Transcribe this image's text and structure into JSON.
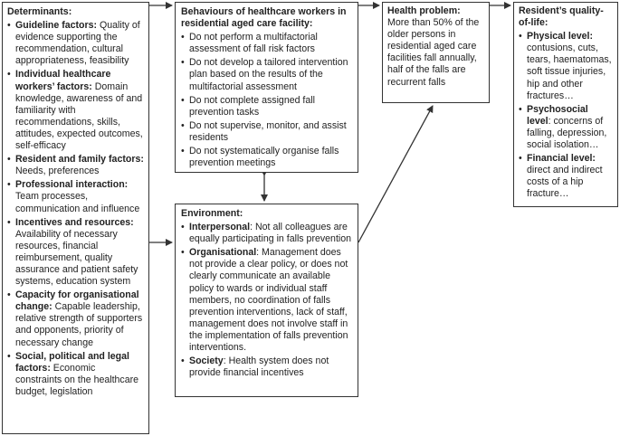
{
  "determinants": {
    "title": "Determinants:",
    "items": [
      {
        "label": "Guideline factors:",
        "text": " Quality of evidence supporting the recommendation, cultural appropriateness, feasibility"
      },
      {
        "label": "Individual healthcare workers’ factors:",
        "text": " Domain knowledge, awareness of and familiarity with recommendations, skills, attitudes, expected outcomes, self-efficacy"
      },
      {
        "label": "Resident and family factors:",
        "text": " Needs,  preferences"
      },
      {
        "label": "Professional interaction:",
        "text": " Team processes, communication and influence"
      },
      {
        "label": "Incentives and resources:",
        "text": " Availability of necessary resources, financial reimbursement, quality assurance and patient safety systems, education system"
      },
      {
        "label": "Capacity for organisational change:",
        "text": " Capable leadership, relative strength of supporters and opponents, priority of necessary change"
      },
      {
        "label": "Social, political and legal factors:",
        "text": " Economic constraints on the healthcare budget, legislation"
      }
    ]
  },
  "behaviours": {
    "title": "Behaviours of healthcare workers in residential aged care facility:",
    "items": [
      "Do not perform a multifactorial assessment of fall risk factors",
      "Do not develop a tailored intervention plan based on the results of the multifactorial assessment",
      "Do not complete assigned fall prevention tasks",
      "Do not supervise, monitor, and assist residents",
      "Do not systematically organise falls prevention meetings"
    ]
  },
  "environment": {
    "title": "Environment:",
    "items": [
      {
        "label": "Interpersonal",
        "text": ": Not all colleagues are equally participating in falls prevention"
      },
      {
        "label": "Organisational",
        "text": ": Management does not provide a clear policy, or does not clearly communicate an available policy to wards or individual staff members, no coordination of falls prevention interventions, lack of staff, management does not involve staff in the implementation of falls prevention interventions."
      },
      {
        "label": "Society",
        "text": ": Health system does not provide financial incentives"
      }
    ]
  },
  "health_problem": {
    "title": "Health problem:",
    "text": "More than 50% of the older persons in residential aged care facilities fall annually, half of the falls are recurrent falls"
  },
  "quality_of_life": {
    "title": "Resident’s quality-of-life:",
    "items": [
      {
        "label": "Physical level:",
        "text": " contusions, cuts, tears, haematomas, soft tissue injuries, hip and other fractures…"
      },
      {
        "label": " Psychosocial level",
        "text": ": concerns of falling, depression, social isolation…"
      },
      {
        "label": "Financial level:",
        "text": " direct and indirect costs of a hip fracture…"
      }
    ]
  }
}
